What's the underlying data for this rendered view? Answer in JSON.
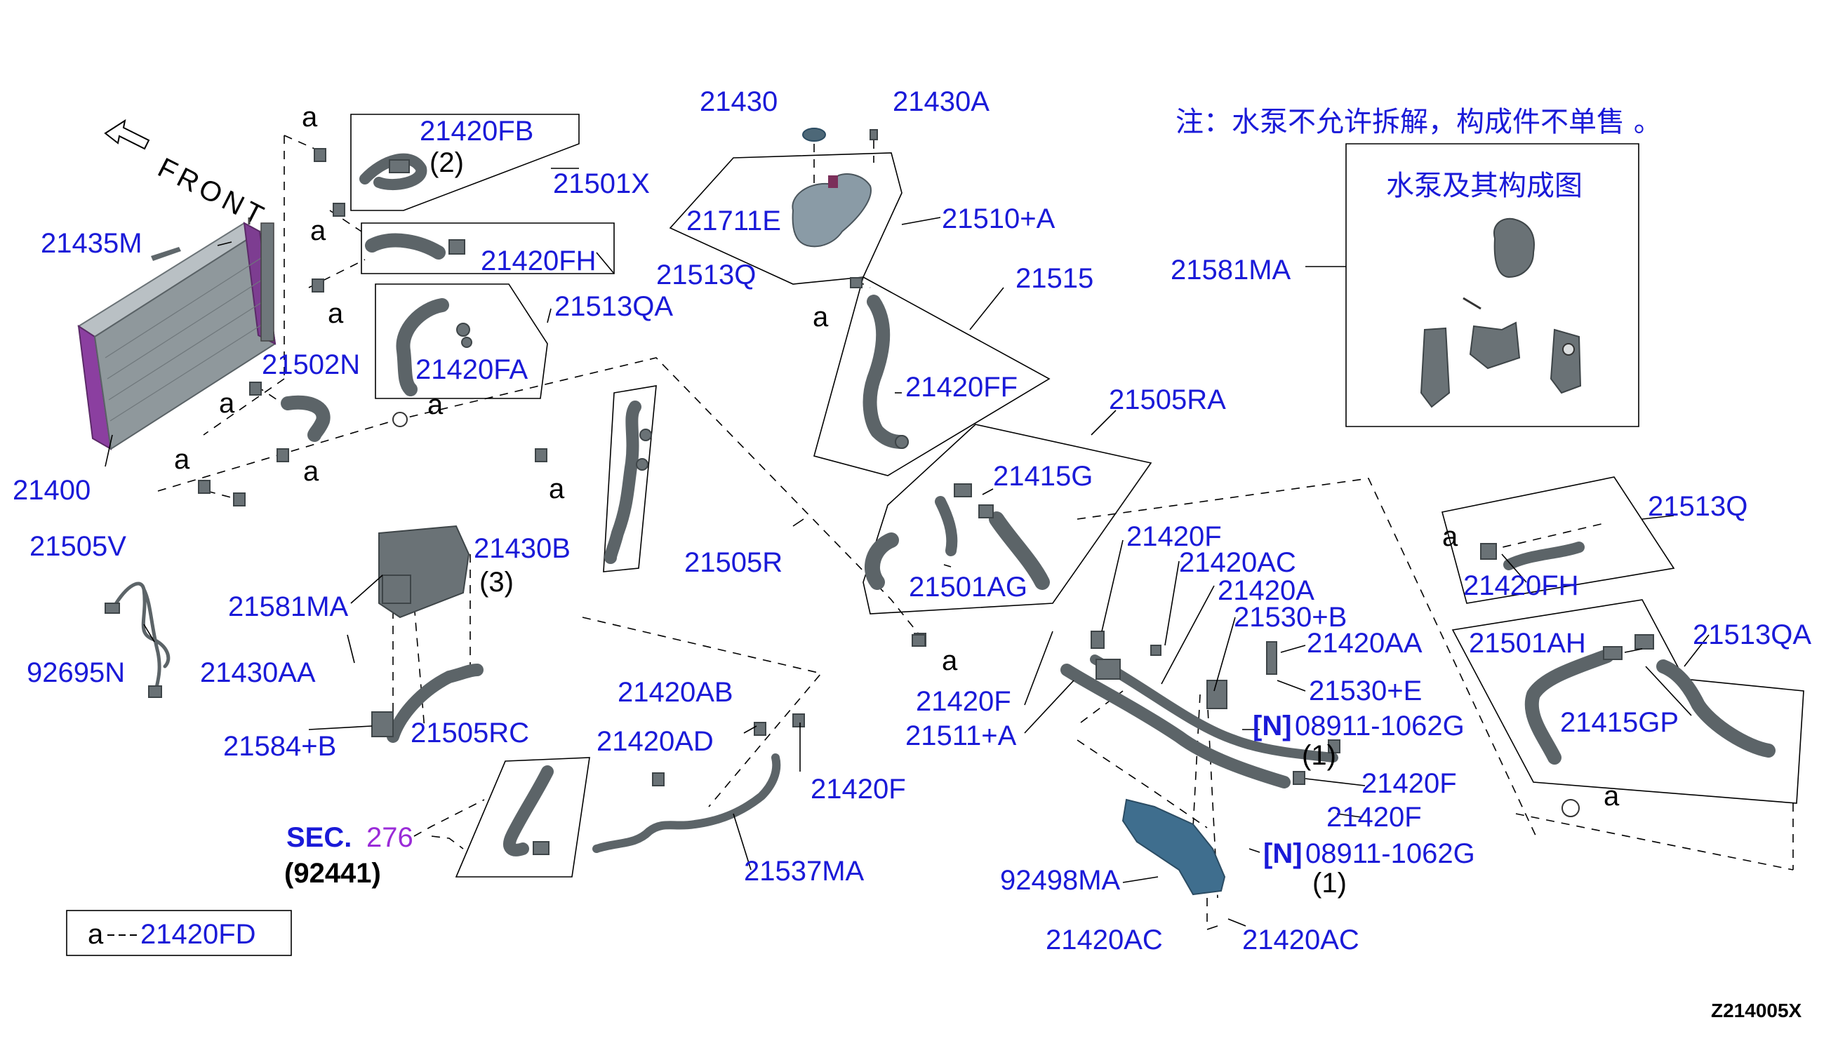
{
  "diagram": {
    "drawing_code": "Z214005X",
    "note": "注：水泵不允许拆解，构成件不单售 。",
    "inset_title": "水泵及其构成图",
    "front_label": "FRONT",
    "legend": {
      "key": "a",
      "value": "21420FD"
    },
    "sec": {
      "label": "SEC.",
      "number": "276",
      "ref": "(92441)"
    },
    "qty": {
      "q2": "(2)",
      "q3": "(3)",
      "q1a": "(1)",
      "q1b": "(1)"
    },
    "a_marker": "a",
    "colors": {
      "part_label": "#1a1ad8",
      "sec_number": "#9a2bd8",
      "callout": "#000000"
    },
    "parts": {
      "p21430": "21430",
      "p21430A": "21430A",
      "p21420FB": "21420FB",
      "p21501X": "21501X",
      "p21711E": "21711E",
      "p21510A": "21510+A",
      "p21435M": "21435M",
      "p21420FH_1": "21420FH",
      "p21513Q_1": "21513Q",
      "p21513QA_1": "21513QA",
      "p21581MA_1": "21581MA",
      "p21515": "21515",
      "p21420FA": "21420FA",
      "p21502N": "21502N",
      "p21420FF": "21420FF",
      "p21505RA": "21505RA",
      "p21400": "21400",
      "p21415G": "21415G",
      "p21513Q_2": "21513Q",
      "p21505V": "21505V",
      "p21430B": "21430B",
      "p21505R": "21505R",
      "p21420F_a": "21420F",
      "p21420AC_1": "21420AC",
      "p21420A": "21420A",
      "p21501AG": "21501AG",
      "p21420FH_2": "21420FH",
      "p21581MA_2": "21581MA",
      "p21530B": "21530+B",
      "p21420AA_1": "21420AA",
      "p21501AH": "21501AH",
      "p21513QA_2": "21513QA",
      "p92695N": "92695N",
      "p21430AA": "21430AA",
      "p21530E": "21530+E",
      "p21420AB": "21420AB",
      "p21420F_b": "21420F",
      "p21415GP": "21415GP",
      "p21511A": "21511+A",
      "p21584B": "21584+B",
      "p21505RC": "21505RC",
      "p21420AD": "21420AD",
      "p08911_1": "08911-1062G",
      "p21420F_c": "21420F",
      "p21420F_d": "21420F",
      "p21420F_e": "21420F",
      "p08911_2": "08911-1062G",
      "p21537MA": "21537MA",
      "p92498MA": "92498MA",
      "p21420AC_2": "21420AC",
      "p21420AC_3": "21420AC",
      "n_tag": "[N]"
    }
  }
}
